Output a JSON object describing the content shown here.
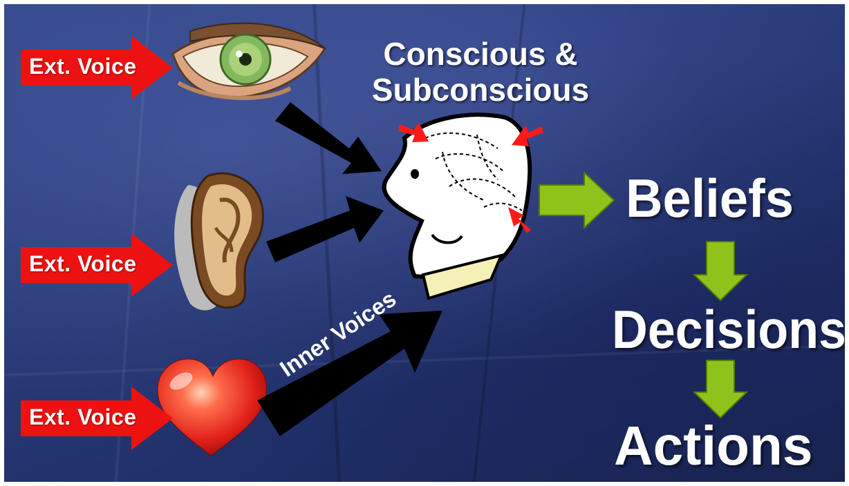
{
  "diagram": {
    "title_line1": "Conscious &",
    "title_line2": "Subconscious",
    "inputs": [
      {
        "label": "Ext. Voice",
        "icon": "eye-icon"
      },
      {
        "label": "Ext. Voice",
        "icon": "ear-icon"
      },
      {
        "label": "Ext. Voice",
        "icon": "heart-icon"
      }
    ],
    "inner_voices_label": "Inner Voices",
    "head_icon": "head-brain-icon",
    "outcomes": {
      "beliefs": "Beliefs",
      "decisions": "Decisions",
      "actions": "Actions"
    },
    "colors": {
      "background": "#2a3b7a",
      "input_arrow": "#ee1111",
      "flow_arrow": "#8fc21a",
      "pointer_arrow": "#000000",
      "text": "#ffffff"
    }
  }
}
